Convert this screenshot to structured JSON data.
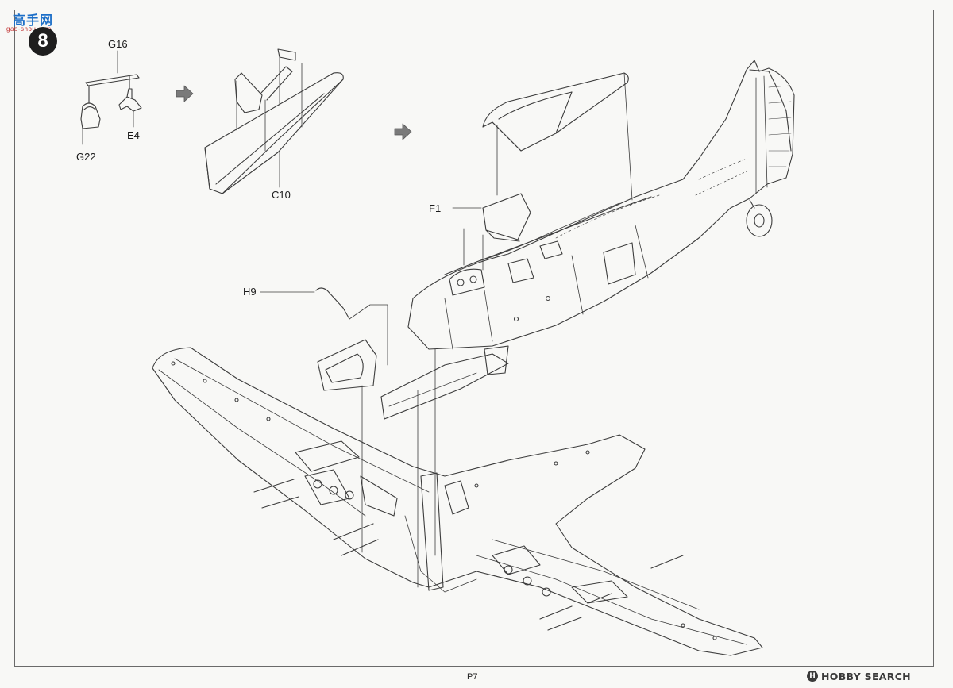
{
  "site_logo": {
    "text": "高手网",
    "subtext": "gao-shou.com"
  },
  "step": {
    "number": "8"
  },
  "parts": {
    "g16": "G16",
    "g22": "G22",
    "e4": "E4",
    "c10": "C10",
    "f1": "F1",
    "h9": "H9"
  },
  "footer": {
    "page_number": "P7",
    "watermark_icon": "H",
    "watermark": "HOBBY SEARCH"
  }
}
